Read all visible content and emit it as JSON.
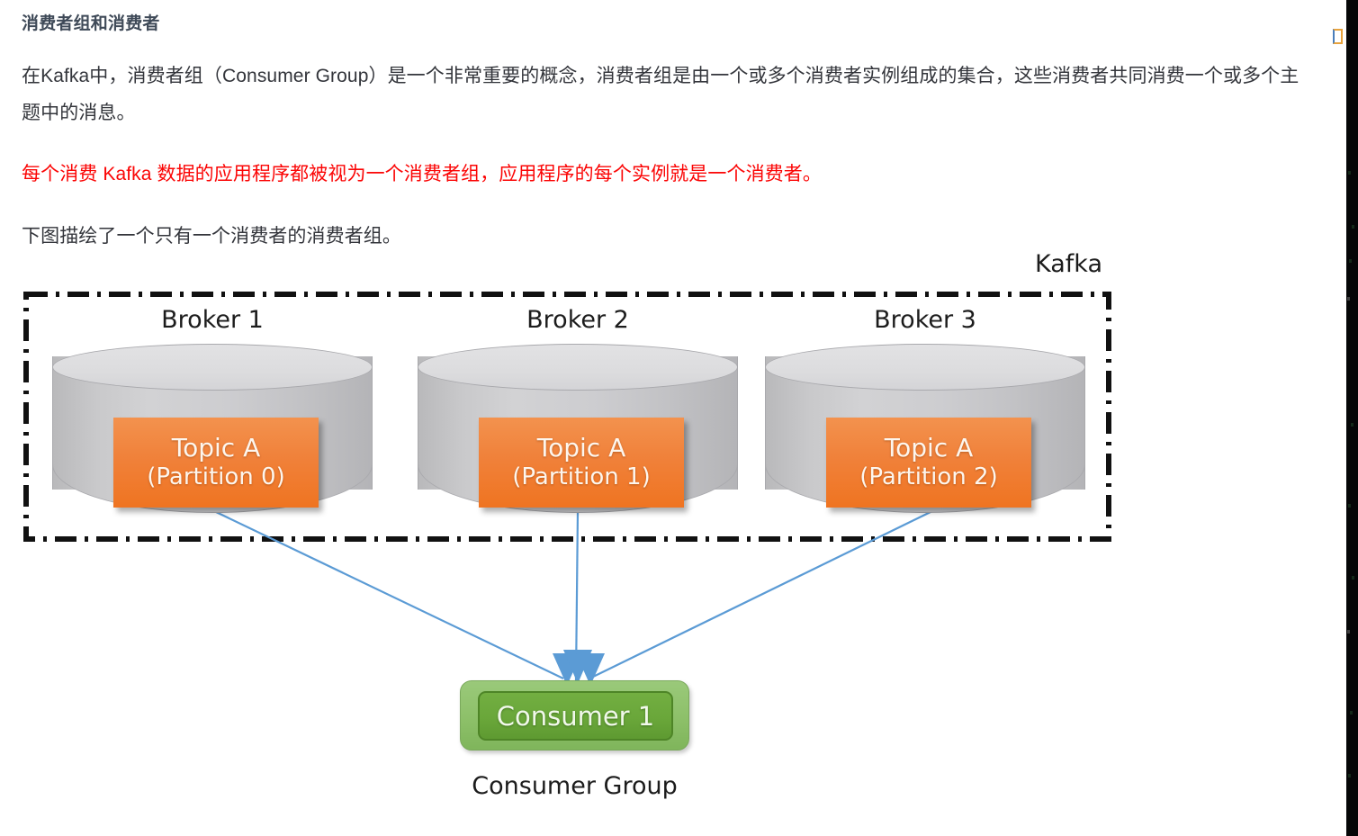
{
  "article": {
    "section_title": "消费者组和消费者",
    "paragraph_1": "在Kafka中，消费者组（Consumer Group）是一个非常重要的概念，消费者组是由一个或多个消费者实例组成的集合，这些消费者共同消费一个或多个主题中的消息。",
    "paragraph_highlight": "每个消费 Kafka 数据的应用程序都被视为一个消费者组，应用程序的每个实例就是一个消费者。",
    "paragraph_3": "下图描绘了一个只有一个消费者的消费者组。",
    "highlight_color": "#fb0505",
    "title_color": "#3f4a58",
    "body_color": "#33353b"
  },
  "diagram": {
    "cluster_label": "Kafka",
    "cluster_border_style": "dash-dot",
    "brokers": [
      {
        "label": "Broker 1",
        "topic_name": "Topic A",
        "topic_partition": "(Partition 0)"
      },
      {
        "label": "Broker 2",
        "topic_name": "Topic A",
        "topic_partition": "(Partition 1)"
      },
      {
        "label": "Broker 3",
        "topic_name": "Topic A",
        "topic_partition": "(Partition 2)"
      }
    ],
    "consumer": {
      "name": "Consumer 1",
      "group_label": "Consumer Group"
    },
    "colors": {
      "topic_box": "#ef7421",
      "topic_box_light": "#f3924e",
      "cylinder": "#c9c9cb",
      "cylinder_top": "#dcdcde",
      "consumer_outer": "#8dc069",
      "consumer_inner": "#6aa73a",
      "arrow": "#5b9bd5",
      "cluster_border": "#111111"
    }
  }
}
